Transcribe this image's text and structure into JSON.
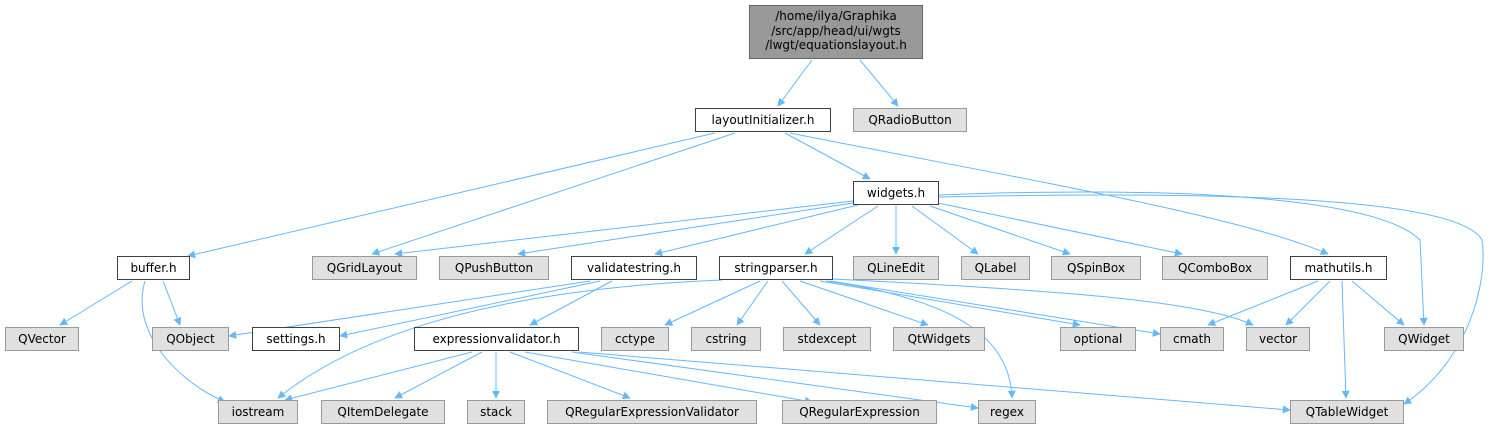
{
  "root": {
    "lines": [
      "/home/ilya/Graphika",
      "/src/app/head/ui/wgts",
      "/lwgt/equationslayout.h"
    ]
  },
  "nodes": {
    "layoutInitializer": "layoutInitializer.h",
    "QRadioButton": "QRadioButton",
    "widgets": "widgets.h",
    "buffer": "buffer.h",
    "QGridLayout": "QGridLayout",
    "QPushButton": "QPushButton",
    "validatestring": "validatestring.h",
    "stringparser": "stringparser.h",
    "QLineEdit": "QLineEdit",
    "QLabel": "QLabel",
    "QSpinBox": "QSpinBox",
    "QComboBox": "QComboBox",
    "mathutils": "mathutils.h",
    "QVector": "QVector",
    "QObject": "QObject",
    "settings": "settings.h",
    "expressionvalidator": "expressionvalidator.h",
    "cctype": "cctype",
    "cstring": "cstring",
    "stdexcept": "stdexcept",
    "QtWidgets": "QtWidgets",
    "optional": "optional",
    "cmath": "cmath",
    "vector": "vector",
    "QWidget": "QWidget",
    "iostream": "iostream",
    "QItemDelegate": "QItemDelegate",
    "stack": "stack",
    "QRegularExpressionValidator": "QRegularExpressionValidator",
    "QRegularExpression": "QRegularExpression",
    "regex": "regex",
    "QTableWidget": "QTableWidget"
  },
  "colors": {
    "edge": "#63b8ff",
    "root_fill": "#999999",
    "local_fill": "#ffffff",
    "external_fill": "#e0e0e0"
  }
}
